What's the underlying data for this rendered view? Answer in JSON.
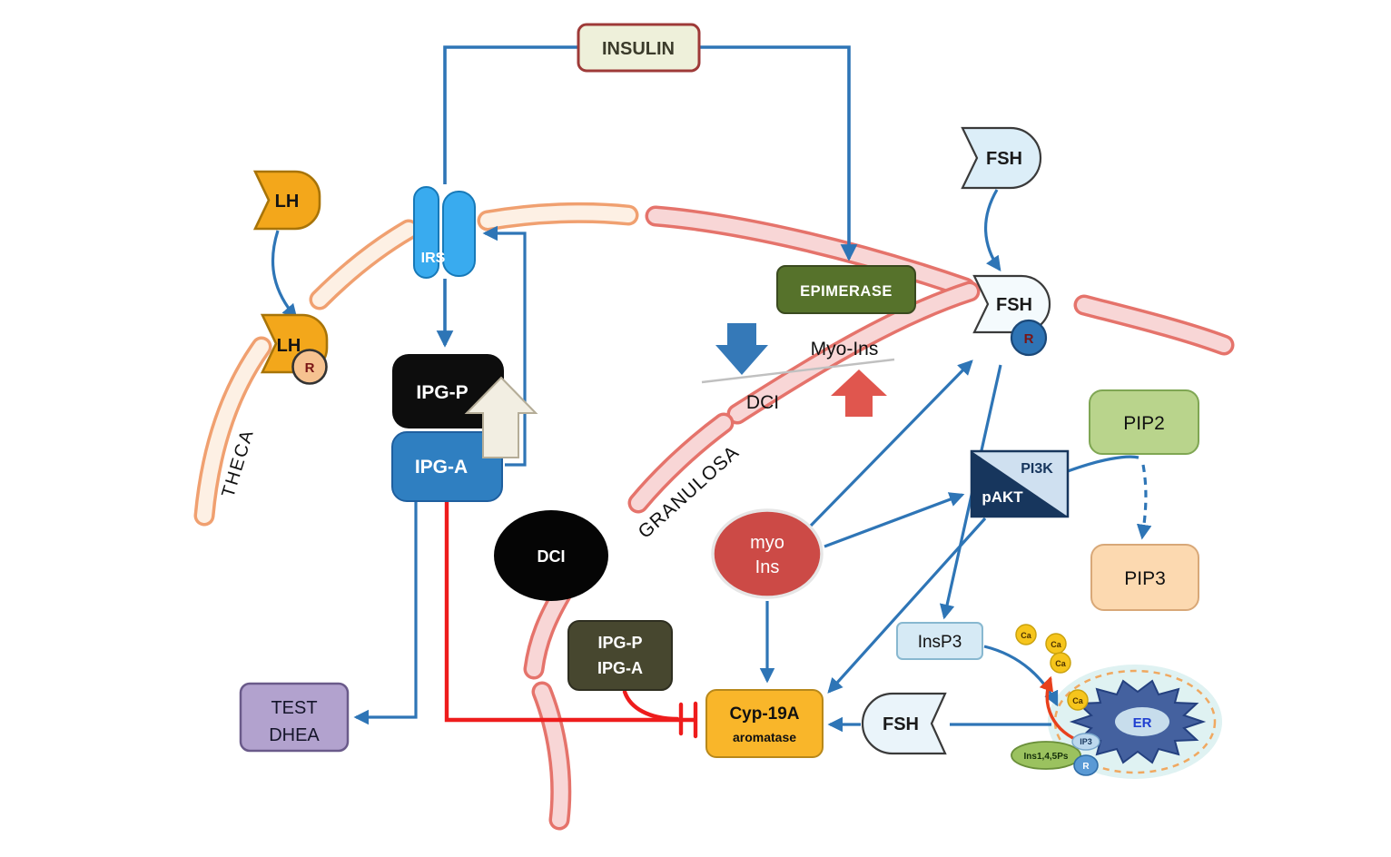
{
  "figure": {
    "labels": {
      "theca": "THECA",
      "granulosa": "GRANULOSA"
    },
    "nodes": {
      "insulin": {
        "label": "INSULIN"
      },
      "lh_ligand": {
        "label": "LH"
      },
      "lh_receptor": {
        "label": "LH",
        "r": "R"
      },
      "irs": {
        "label": "IRS"
      },
      "ipg_p": {
        "label": "IPG-P"
      },
      "ipg_a": {
        "label": "IPG-A"
      },
      "epimerase": {
        "label": "EPIMERASE"
      },
      "ratio": {
        "numerator": "Myo-Ins",
        "denominator": "DCI"
      },
      "fsh_ligand": {
        "label": "FSH"
      },
      "fsh_receptor": {
        "label": "FSH",
        "r": "R"
      },
      "pip2": {
        "label": "PIP2"
      },
      "pi3k_pakt": {
        "top": "PI3K",
        "bottom": "pAKT"
      },
      "pip3": {
        "label": "PIP3"
      },
      "insp3": {
        "label": "InsP3"
      },
      "myo_ins": {
        "line1": "myo",
        "line2": "Ins"
      },
      "dci": {
        "label": "DCI"
      },
      "ipg_pa": {
        "line1": "IPG-P",
        "line2": "IPG-A"
      },
      "cyp19a": {
        "line1": "Cyp-19A",
        "line2": "aromatase"
      },
      "fsh_effector": {
        "label": "FSH"
      },
      "test_dhea": {
        "line1": "TEST",
        "line2": "DHEA"
      },
      "er": {
        "label": "ER"
      },
      "ca_ion": {
        "label": "Ca"
      },
      "ip3_receptor": {
        "label": "Ins1,4,5Ps",
        "ip3": "IP3",
        "r": "R"
      }
    },
    "colors": {
      "arrow_blue": "#2e75b6",
      "inhibit_red": "#ee1c1c",
      "insulin_fill": "#eef0da",
      "insulin_border": "#9e3a38",
      "lh_fill": "#f3a71b",
      "irs_fill": "#39abef",
      "ipg_p_fill": "#0d0d0d",
      "ipg_a_fill": "#2f7fc1",
      "epimerase_fill": "#56722b",
      "fsh_fill": "#dceef8",
      "fsh_receptor_fill": "#f4fafd",
      "fsh_effector_fill": "#eaf4fa",
      "r_badge_orange": "#f6c290",
      "r_badge_blue": "#2e74b5",
      "pip2_fill": "#b9d48c",
      "pi3k_fill": "#cfe0f0",
      "pakt_fill": "#17365d",
      "pip3_fill": "#fcd9b0",
      "insp3_fill": "#d6eaf5",
      "myo_ins_fill": "#cc4a46",
      "dci_fill": "#050505",
      "ipg_pa_fill": "#47472f",
      "cyp19a_fill": "#f9b62a",
      "test_dhea_fill": "#b2a2ce",
      "membrane_pink": "#f8d6d6",
      "membrane_pink_edge": "#e5736b",
      "membrane_pale": "#fdf0e4",
      "membrane_pale_edge": "#f0a070",
      "er_fill": "#44619f",
      "er_glow": "#dff2f2",
      "ca_fill": "#f6c51c",
      "down_arrow_blue": "#3579b8",
      "up_arrow_red": "#e0564e",
      "up_arrow_cream": "#f2eee2",
      "ip3r_green": "#9bc25f"
    }
  }
}
